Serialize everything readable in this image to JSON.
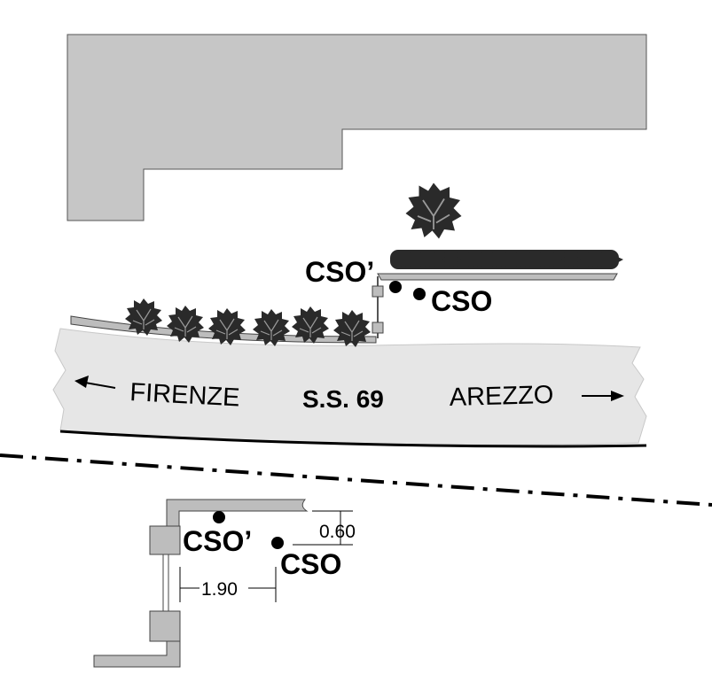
{
  "labels": {
    "cso_prime_top": "CSO’",
    "cso_top": "CSO",
    "firenze": "FIRENZE",
    "road_code": "S.S. 69",
    "arezzo": "AREZZO",
    "cso_prime_detail": "CSO’",
    "cso_detail": "CSO",
    "dim_height": "0.60",
    "dim_distance": "1.90"
  },
  "colors": {
    "building": "#c6c6c6",
    "road": "#e6e6e6",
    "sidewalk": "#bdbdbd",
    "tree": "#2a2a2a",
    "ink": "#000000"
  },
  "icons": {
    "tree": "tree-icon",
    "sensor": "sensor-dot-icon",
    "arrow_left": "arrow-left-icon",
    "arrow_right": "arrow-right-icon"
  }
}
